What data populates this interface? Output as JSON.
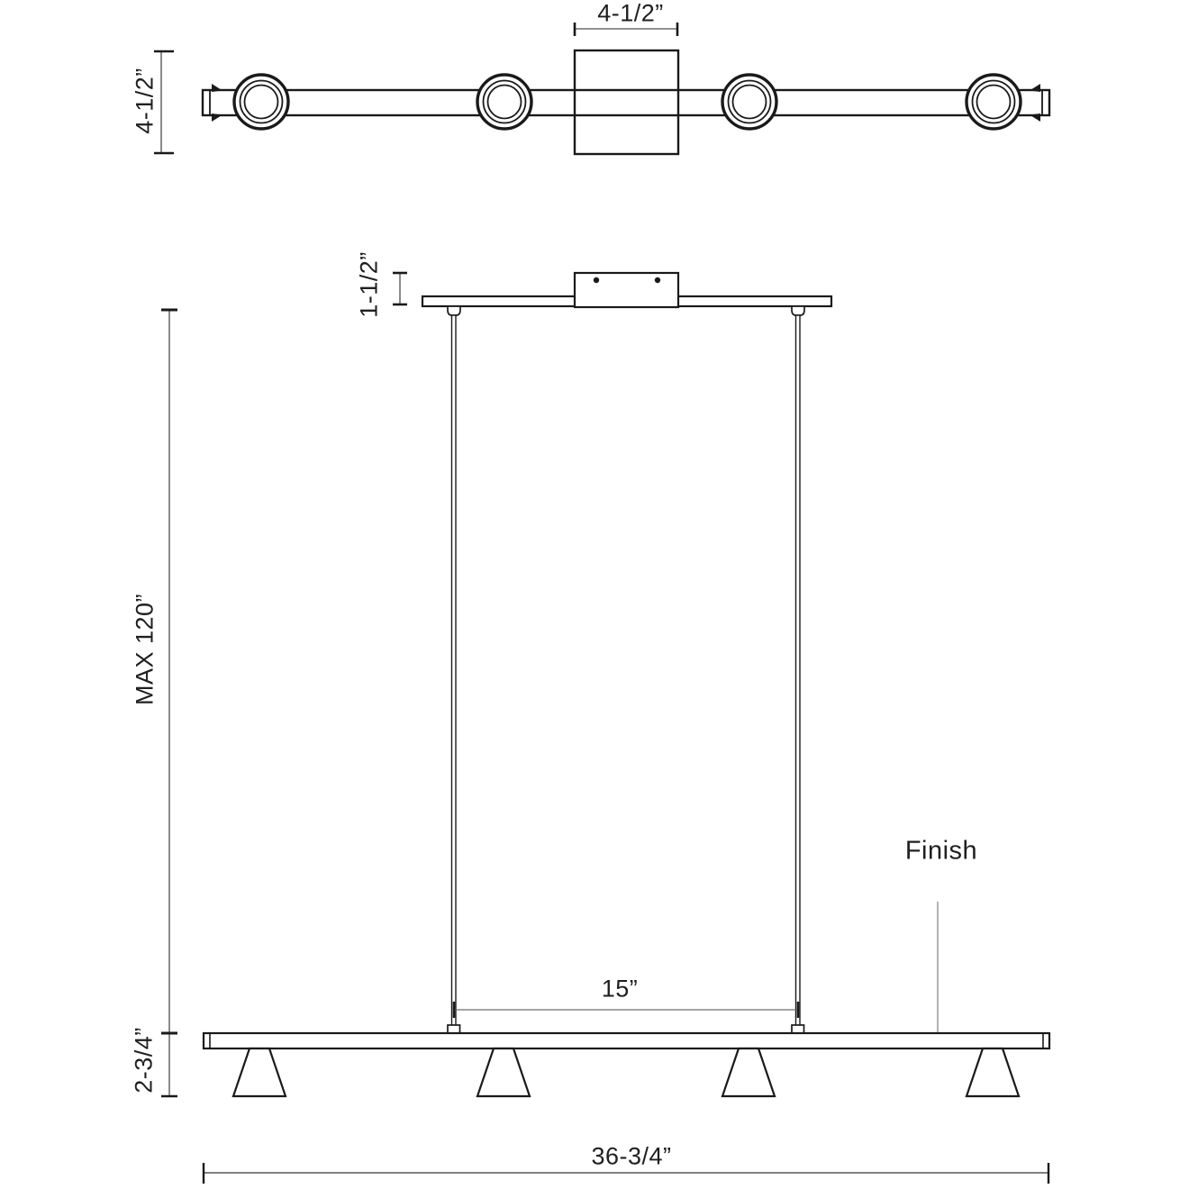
{
  "drawing": {
    "description": "Dimension drawing of a 4-light linear pendant fixture, top view and front view",
    "top_view": {
      "depth_dim_label": "4-1/2”",
      "canopy_width_dim_label": "4-1/2”",
      "light_count": 4
    },
    "front_view": {
      "canopy_height_dim_label": "1-1/2”",
      "max_drop_dim_label": "MAX 120”",
      "cable_span_dim_label": "15”",
      "finish_callout_label": "Finish",
      "fixture_height_dim_label": "2-3/4”",
      "fixture_length_dim_label": "36-3/4”",
      "light_count": 4
    },
    "colors": {
      "line": "#1a1a1a",
      "dim_line": "#6e6e6e",
      "leader_line": "#9a9a9a",
      "background": "#ffffff"
    }
  }
}
